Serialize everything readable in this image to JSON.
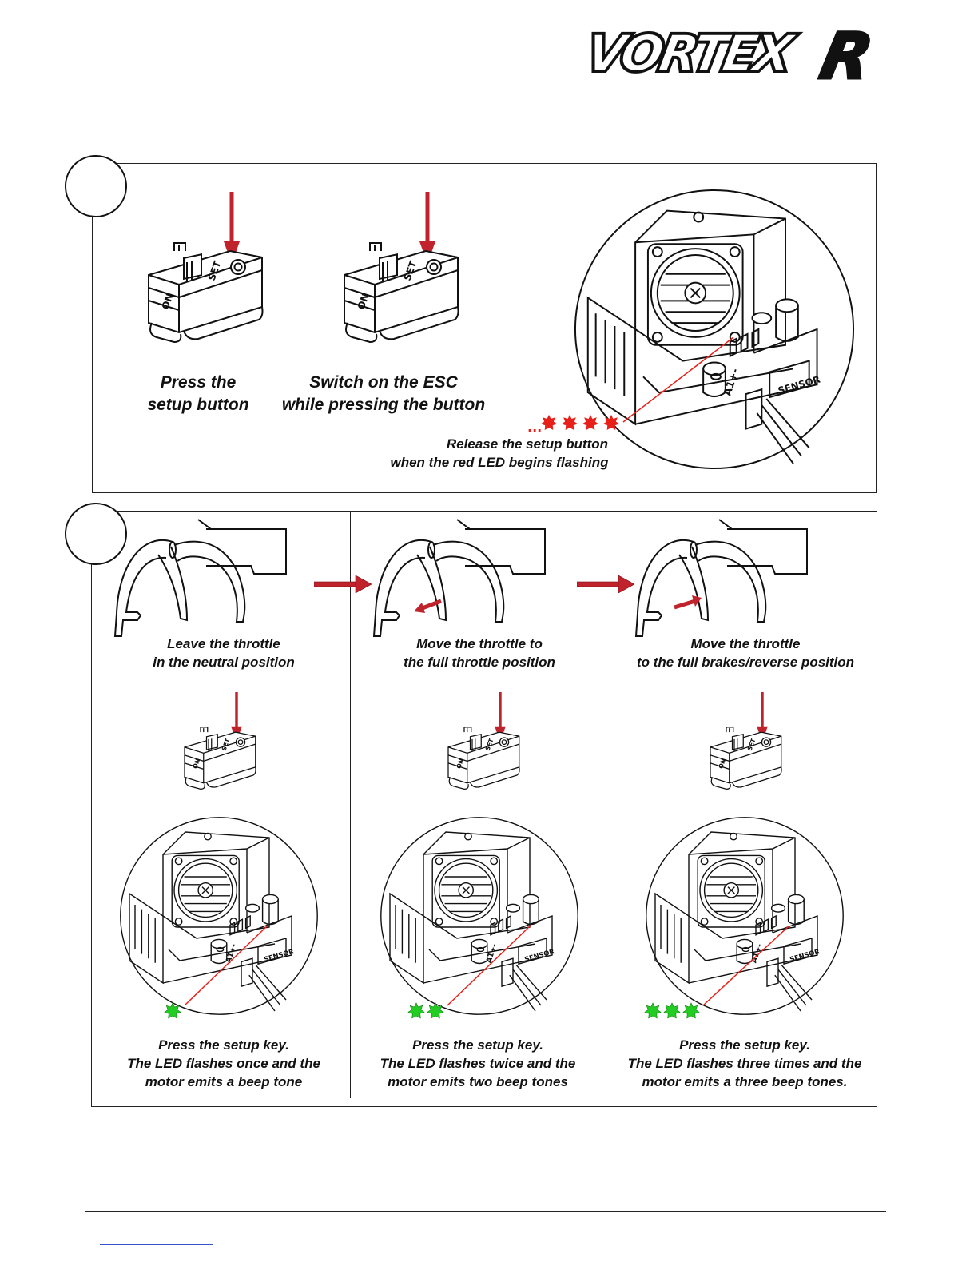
{
  "brand": {
    "logo_text": "VORTEX R"
  },
  "colors": {
    "arrow": "#c0232b",
    "led_red": "#e8201a",
    "led_green": "#22cc22",
    "line": "#222222"
  },
  "step1": {
    "captions": {
      "press": [
        "Press the",
        "setup button"
      ],
      "switch_on": [
        "Switch on the ESC",
        "while pressing the button"
      ],
      "release": [
        "Release the setup button",
        "when the red LED begins flashing"
      ]
    },
    "led": {
      "color": "red",
      "shown": 4
    }
  },
  "step2": {
    "columns": [
      {
        "throttle_caption": [
          "Leave the throttle",
          "in the neutral position"
        ],
        "result_caption": [
          "Press the setup key.",
          "The LED flashes once and the",
          "motor emits a beep tone"
        ],
        "green_leds": 1
      },
      {
        "throttle_caption": [
          "Move the throttle to",
          "the full throttle position"
        ],
        "result_caption": [
          "Press the setup key.",
          "The LED flashes twice and the",
          "motor emits two beep tones"
        ],
        "green_leds": 2
      },
      {
        "throttle_caption": [
          "Move the throttle",
          "to the full brakes/reverse position"
        ],
        "result_caption": [
          "Press the setup key.",
          "The LED flashes three times and the",
          "motor emits a three beep tones."
        ],
        "green_leds": 3
      }
    ]
  }
}
